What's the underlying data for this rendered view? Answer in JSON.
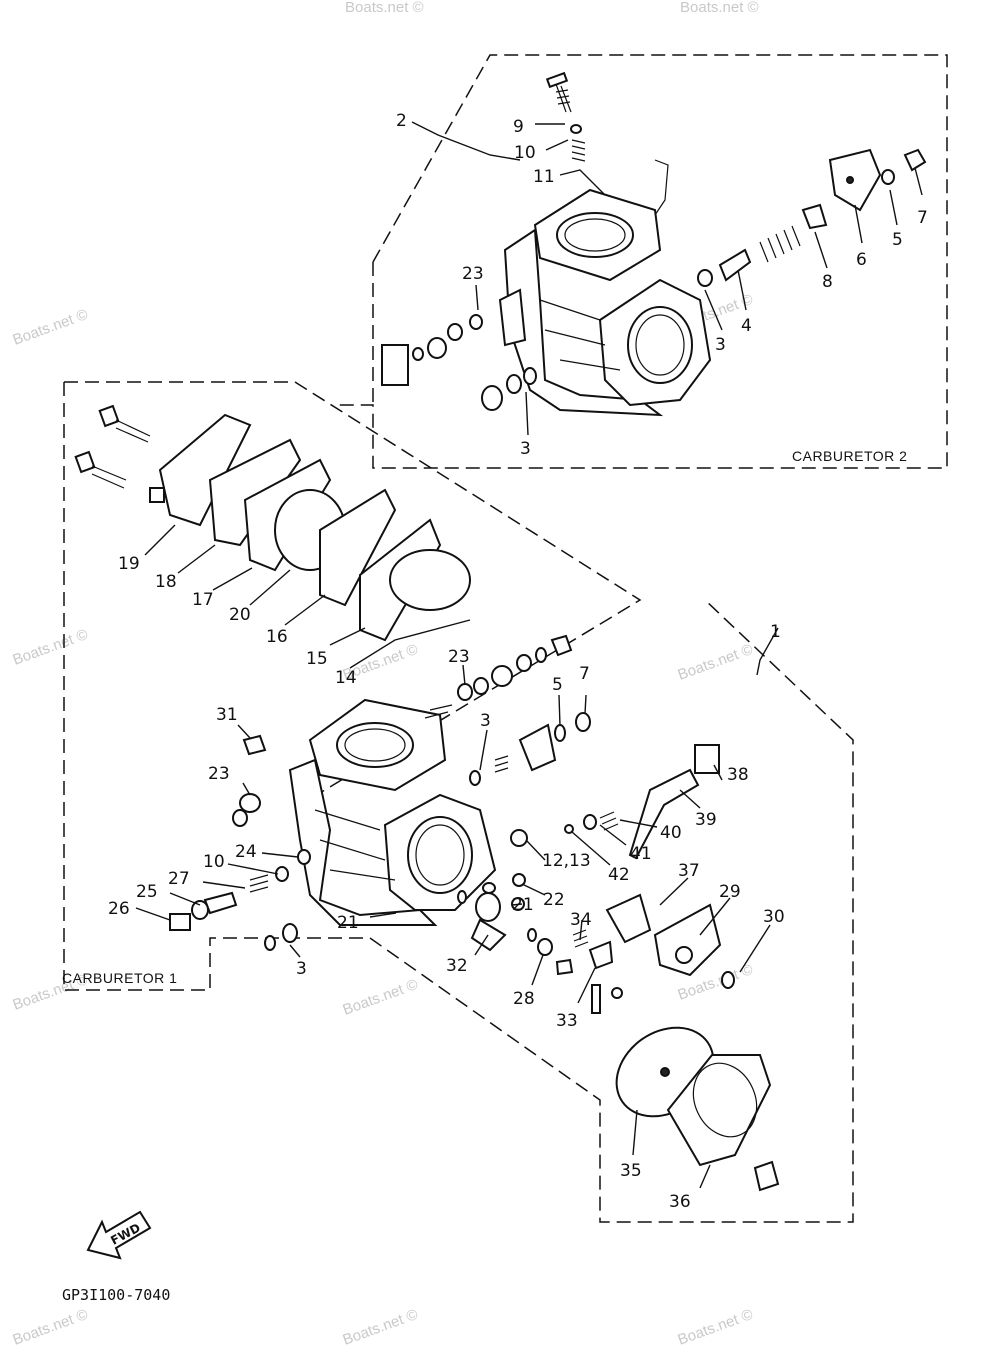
{
  "diagram": {
    "group_labels": {
      "carburetor_2": "CARBURETOR 2",
      "carburetor_1": "CARBURETOR 1"
    },
    "drawing_code": "GP3I100-7040",
    "fwd_label": "FWD",
    "watermark": "Boats.net ©",
    "part_numbers": {
      "p2": "2",
      "p9": "9",
      "p10a": "10",
      "p11": "11",
      "p23a": "23",
      "p3a": "3",
      "p4": "4",
      "p3b": "3",
      "p8": "8",
      "p6": "6",
      "p5a": "5",
      "p7a": "7",
      "p1": "1",
      "p19": "19",
      "p18": "18",
      "p17": "17",
      "p20": "20",
      "p16": "16",
      "p15": "15",
      "p14": "14",
      "p23b": "23",
      "p5b": "5",
      "p7b": "7",
      "p31": "31",
      "p3c": "3",
      "p23c": "23",
      "p38": "38",
      "p39": "39",
      "p40": "40",
      "p41": "41",
      "p42": "42",
      "p1213": "12,13",
      "p24": "24",
      "p10b": "10",
      "p27": "27",
      "p25": "25",
      "p26": "26",
      "p22": "22",
      "p21a": "21",
      "p21b": "21",
      "p37": "37",
      "p29": "29",
      "p30": "30",
      "p34": "34",
      "p32": "32",
      "p28": "28",
      "p33": "33",
      "p3d": "3",
      "p35": "35",
      "p36": "36"
    }
  }
}
